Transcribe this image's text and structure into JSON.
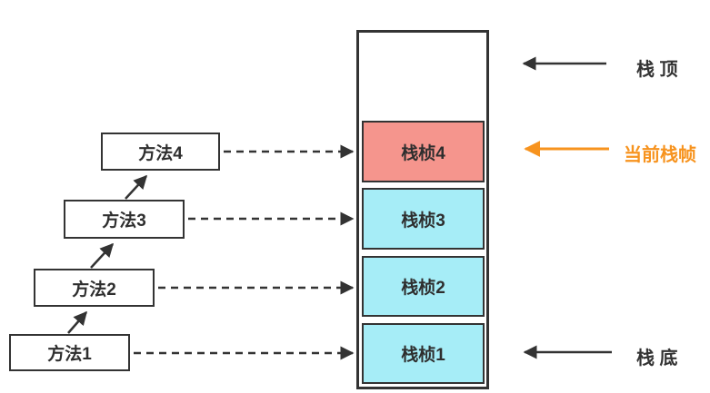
{
  "methods": [
    {
      "label": "方法1"
    },
    {
      "label": "方法2"
    },
    {
      "label": "方法3"
    },
    {
      "label": "方法4"
    }
  ],
  "stack": {
    "frames": [
      {
        "label": "栈桢4",
        "fill": "#f5958d",
        "state": "current"
      },
      {
        "label": "栈桢3",
        "fill": "#a6edf7",
        "state": "normal"
      },
      {
        "label": "栈桢2",
        "fill": "#a6edf7",
        "state": "normal"
      },
      {
        "label": "栈桢1",
        "fill": "#a6edf7",
        "state": "normal"
      }
    ]
  },
  "annotations": {
    "stack_top": {
      "label": "栈 顶",
      "color": "#333333"
    },
    "current_frame": {
      "label": "当前栈帧",
      "color": "#f7931e"
    },
    "stack_bottom": {
      "label": "栈 底",
      "color": "#333333"
    }
  },
  "colors": {
    "line": "#333333",
    "accent_orange": "#f7931e",
    "frame_cyan": "#a6edf7",
    "frame_salmon": "#f5958d",
    "background": "#ffffff"
  }
}
